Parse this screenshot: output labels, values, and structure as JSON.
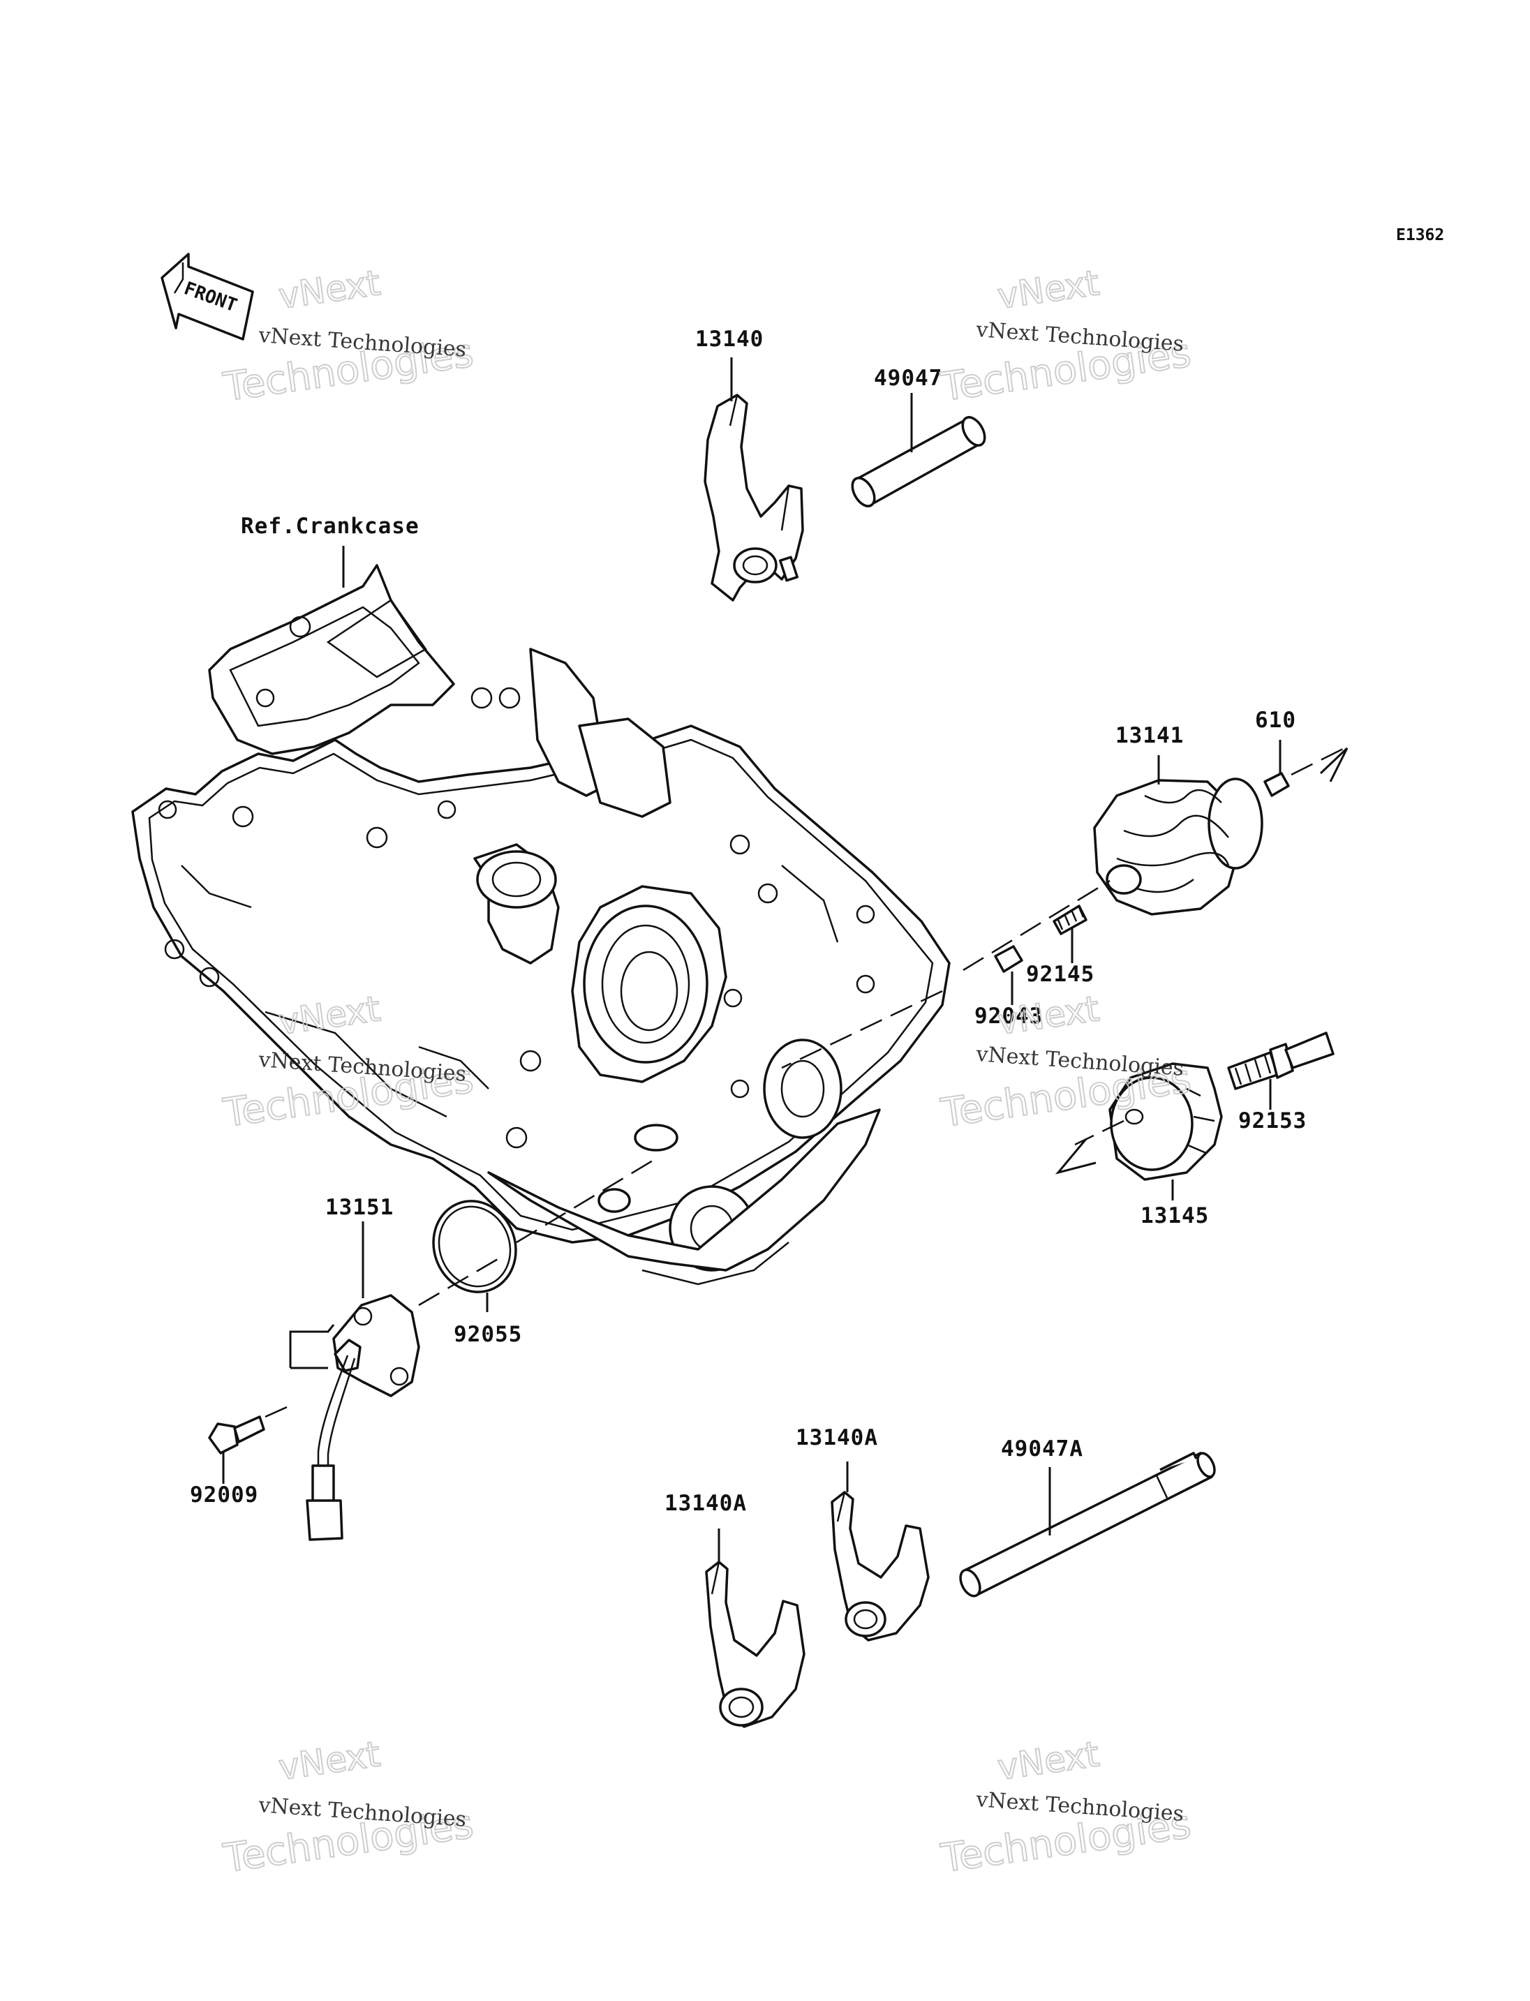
{
  "diagram_code": "E1362",
  "front_label": "FRONT",
  "reference_label": "Ref.Crankcase",
  "parts": [
    {
      "id": "p-13140",
      "number": "13140"
    },
    {
      "id": "p-49047",
      "number": "49047"
    },
    {
      "id": "p-13141",
      "number": "13141"
    },
    {
      "id": "p-610",
      "number": "610"
    },
    {
      "id": "p-92145",
      "number": "92145"
    },
    {
      "id": "p-92043",
      "number": "92043"
    },
    {
      "id": "p-92153",
      "number": "92153"
    },
    {
      "id": "p-13145",
      "number": "13145"
    },
    {
      "id": "p-13151",
      "number": "13151"
    },
    {
      "id": "p-92055",
      "number": "92055"
    },
    {
      "id": "p-92009",
      "number": "92009"
    },
    {
      "id": "p-13140A-upper",
      "number": "13140A"
    },
    {
      "id": "p-13140A-lower",
      "number": "13140A"
    },
    {
      "id": "p-49047A",
      "number": "49047A"
    }
  ],
  "watermark": {
    "brand": "vNext",
    "line": "vNext Technologies",
    "outline": "Technologies"
  },
  "colors": {
    "ink": "#111111",
    "background": "#ffffff",
    "watermark": "#c9c9c9"
  }
}
